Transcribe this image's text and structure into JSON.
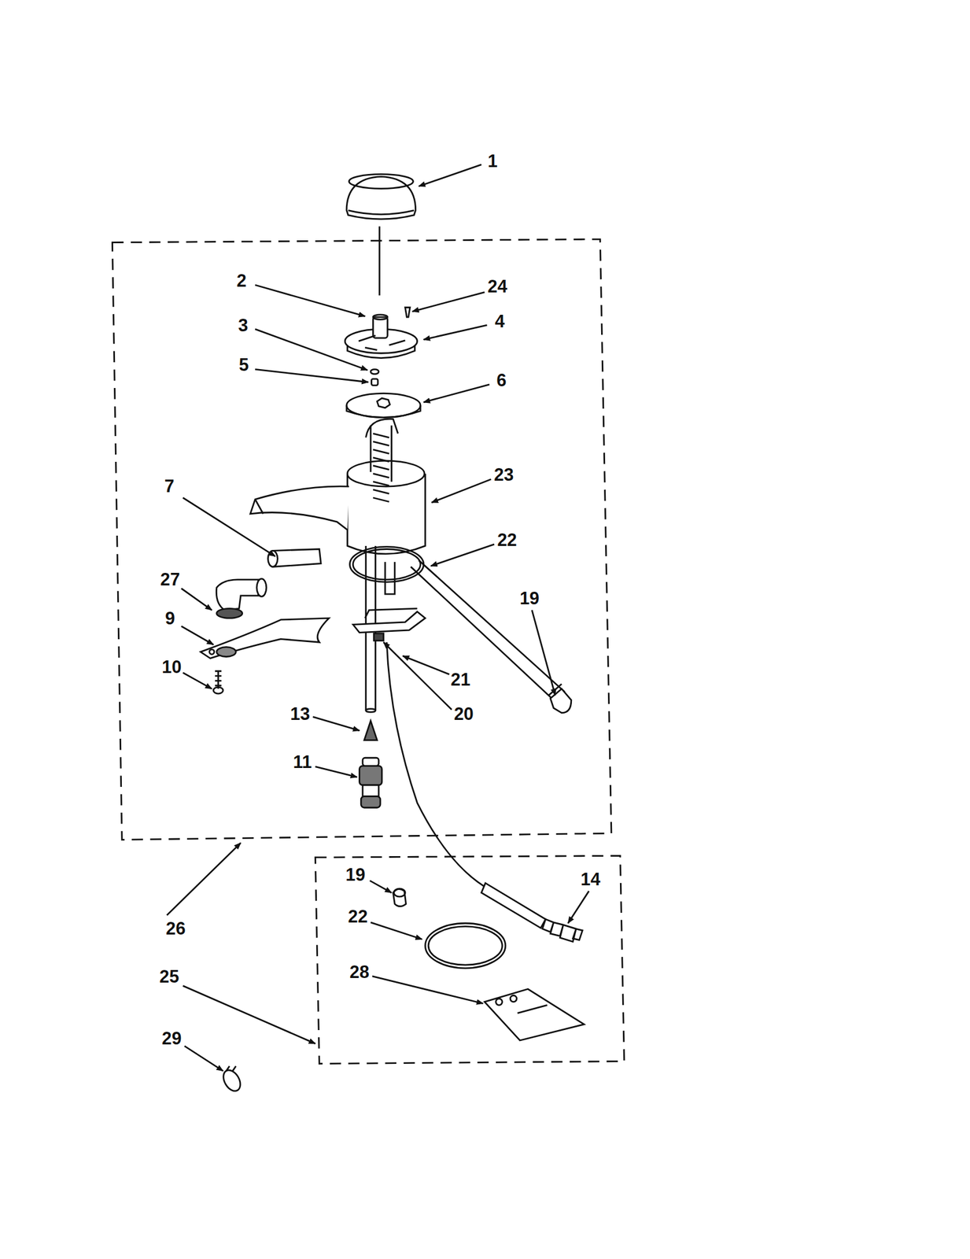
{
  "diagram": {
    "labels": [
      "1",
      "2",
      "24",
      "4",
      "3",
      "5",
      "6",
      "23",
      "7",
      "22",
      "27",
      "19",
      "9",
      "10",
      "21",
      "13",
      "20",
      "11",
      "19",
      "14",
      "22",
      "26",
      "28",
      "25",
      "29"
    ]
  }
}
